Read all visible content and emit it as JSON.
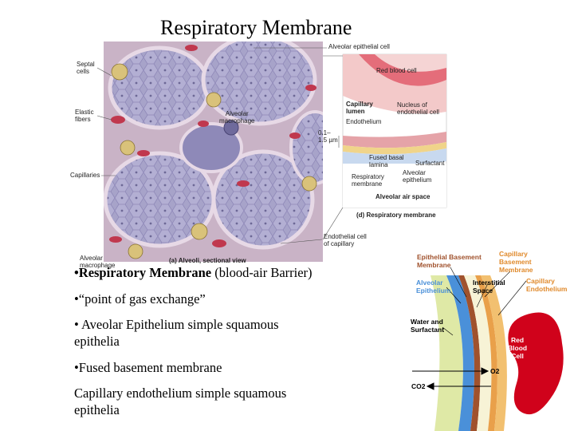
{
  "title": "Respiratory Membrane",
  "left_figure": {
    "labels": {
      "alveolar_epithelial_cell": "Alveolar epithelial cell",
      "septal_cells": "Septal\ncells",
      "elastic_fibers": "Elastic\nfibers",
      "alveolar_macrophage_center": "Alveolar\nmacrophage",
      "capillaries": "Capillaries",
      "alveolar_macrophage_bottom": "Alveolar\nmacrophage",
      "caption_a": "(a) Alveoli, sectional view",
      "endothelial_cell": "Endothelial cell\nof capillary"
    }
  },
  "inset_figure": {
    "labels": {
      "red_blood_cell": "Red blood cell",
      "capillary_lumen": "Capillary\nlumen",
      "nucleus": "Nucleus of\nendothelial cell",
      "endothelium": "Endothelium",
      "thickness": "0.1–\n1.5 µm",
      "fused_basal_lamina": "Fused basal\nlamina",
      "surfactant": "Surfactant",
      "respiratory_membrane": "Respiratory\nmembrane",
      "alveolar_epithelium": "Alveolar\nepithelium",
      "alveolar_air_space": "Alveolar air space",
      "caption_d": "(d) Respiratory membrane"
    }
  },
  "bullets": {
    "b1_bold": "•Respiratory Membrane",
    "b1_rest": " (blood-air Barrier)",
    "b2": "•“point of gas exchange”",
    "b3": "• Aveolar Epithelium simple squamous epithelia",
    "b4": "•Fused basement membrane",
    "b5": "Capillary endothelium simple squamous epithelia"
  },
  "right_figure": {
    "labels": {
      "epithelial_basement": "Epithelial Basement\nMembrane",
      "capillary_basement": "Capillary\nBasement\nMembrane",
      "alveolar_epithelium": "Alveolar\nEpithelium",
      "interstitial_space": "Interstitial\nSpace",
      "capillary_endothelium": "Capillary\nEndothelium",
      "water_surfactant": "Water and\nSurfactant",
      "red_blood_cell": "Red\nBlood\nCell",
      "o2": "O2",
      "co2": "CO2"
    },
    "colors": {
      "epithelial_basement": "#a0522d",
      "capillary_basement": "#e08a2c",
      "alveolar_epithelium": "#4a90d9",
      "interstitial_space": "#000000",
      "capillary_endothelium": "#e08a2c",
      "water_surfactant": "#000000",
      "red_blood_cell": "#d0021b"
    }
  }
}
